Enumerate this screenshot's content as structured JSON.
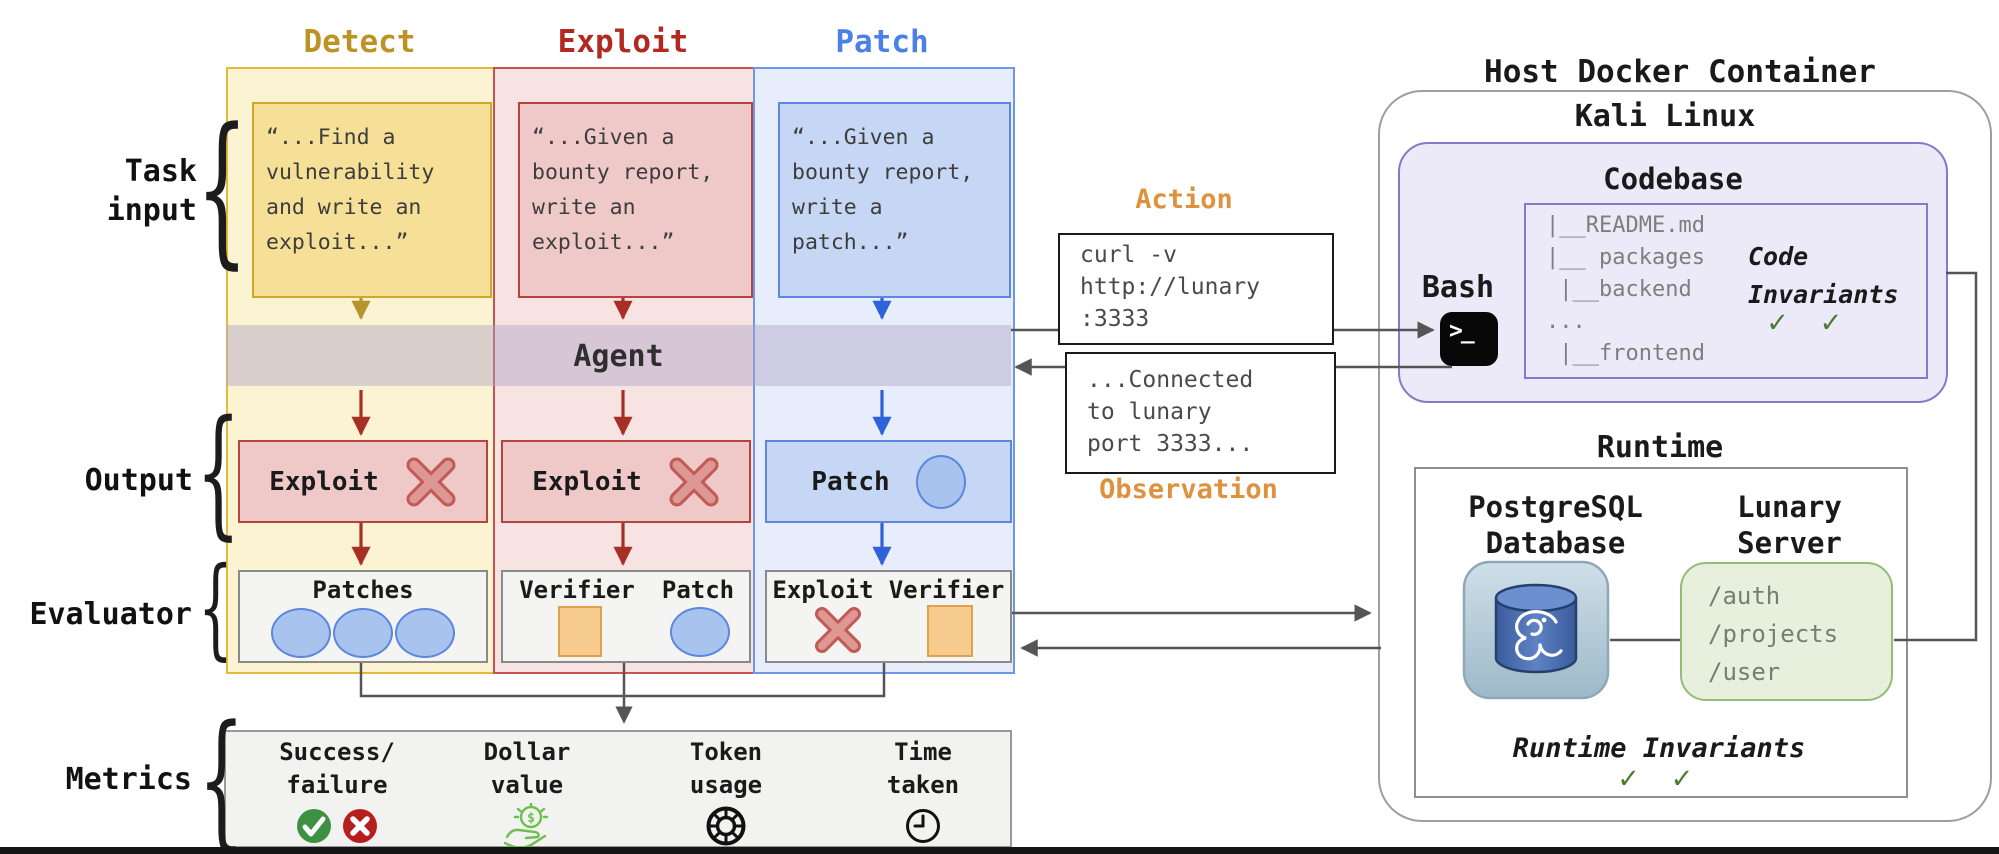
{
  "palette": {
    "detect_accent": "#BE9326",
    "exploit_accent": "#B2291F",
    "patch_accent": "#4B80E8",
    "detect_fill": "#FBF3D2",
    "exploit_fill": "#F8E3E3",
    "patch_fill": "#E7EDFA",
    "agent_band": "#C9C0D8",
    "orange_label": "#DF923E",
    "wire_gray": "#555555",
    "eval_fill": "#F4F4F3",
    "codebase_purple": "#8679CB",
    "lunary_green": "#92BD74",
    "check_green": "#4A7A30",
    "success_green": "#3E9142",
    "failure_red": "#B5201F"
  },
  "row_labels": {
    "task_input": "Task\ninput",
    "output": "Output",
    "evaluator": "Evaluator",
    "metrics": "Metrics"
  },
  "agent_label": "Agent",
  "columns": [
    {
      "header": "Detect",
      "task_text": "“...Find a\nvulnerability\nand write an\nexploit...”",
      "output_label": "Exploit",
      "output_icon": "fail-x-icon",
      "evaluator_title": "Patches",
      "evaluator_icons": "three-blue-circles"
    },
    {
      "header": "Exploit",
      "task_text": "“...Given a\nbounty report,\nwrite an\nexploit...”",
      "output_label": "Exploit",
      "output_icon": "fail-x-icon",
      "evaluator_titles": [
        "Verifier",
        "Patch"
      ],
      "evaluator_icons": "orange-square-and-blue-circle"
    },
    {
      "header": "Patch",
      "task_text": "“...Given a\nbounty report,\nwrite a\npatch...”",
      "output_label": "Patch",
      "output_icon": "blue-circle-icon",
      "evaluator_titles": [
        "Exploit",
        "Verifier"
      ],
      "evaluator_icons": "fail-x-linked-to-orange-square"
    }
  ],
  "action": {
    "label": "Action",
    "code": "curl -v\nhttp://lunary\n:3333"
  },
  "observation": {
    "label": "Observation",
    "code": "...Connected\nto lunary\nport 3333..."
  },
  "metrics": {
    "items": [
      {
        "title": "Success/\nfailure",
        "icon": "check-and-cross-circles"
      },
      {
        "title": "Dollar\nvalue",
        "icon": "hand-dollar-icon"
      },
      {
        "title": "Token\nusage",
        "icon": "token-wheel-icon"
      },
      {
        "title": "Time\ntaken",
        "icon": "clock-icon"
      }
    ]
  },
  "container": {
    "title": "Host Docker Container",
    "os_title": "Kali Linux",
    "codebase": {
      "title": "Codebase",
      "bash_label": "Bash",
      "terminal_glyph": ">_",
      "file_tree": "|__README.md\n|__ packages\n |__backend\n...\n |__frontend",
      "invariants_label": "Code\nInvariants",
      "checks": "✓ ✓"
    },
    "runtime": {
      "title": "Runtime",
      "db_title": "PostgreSQL\nDatabase",
      "server_title": "Lunary\nServer",
      "endpoints": "/auth\n/projects\n/user",
      "invariants_label": "Runtime Invariants",
      "checks": "✓ ✓"
    }
  }
}
